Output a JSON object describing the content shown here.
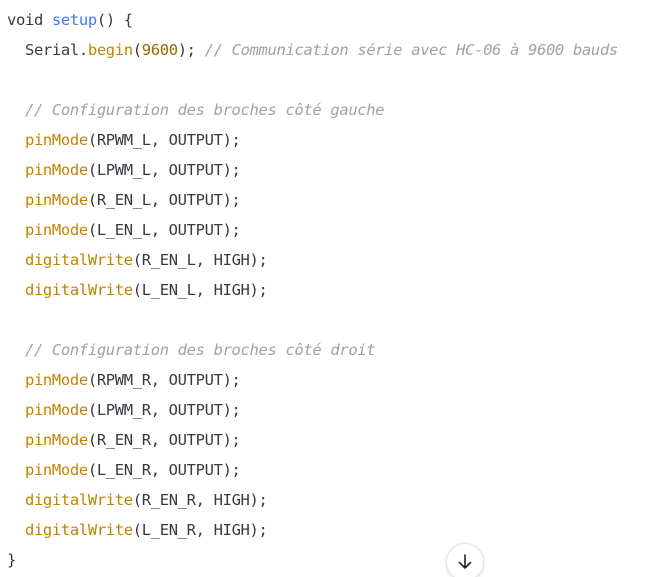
{
  "code": {
    "line1": {
      "kw": "void",
      "fn": "setup",
      "rest": "() {"
    },
    "line2": {
      "obj": "Serial.",
      "fn": "begin",
      "open": "(",
      "num": "9600",
      "close": ");",
      "comment": "// Communication série avec HC-06 à 9600 bauds"
    },
    "line4": {
      "comment": "// Configuration des broches côté gauche"
    },
    "line5": {
      "fn": "pinMode",
      "args": "(RPWM_L, OUTPUT);"
    },
    "line6": {
      "fn": "pinMode",
      "args": "(LPWM_L, OUTPUT);"
    },
    "line7": {
      "fn": "pinMode",
      "args": "(R_EN_L, OUTPUT);"
    },
    "line8": {
      "fn": "pinMode",
      "args": "(L_EN_L, OUTPUT);"
    },
    "line9": {
      "fn": "digitalWrite",
      "args": "(R_EN_L, HIGH);"
    },
    "line10": {
      "fn": "digitalWrite",
      "args": "(L_EN_L, HIGH);"
    },
    "line12": {
      "comment": "// Configuration des broches côté droit"
    },
    "line13": {
      "fn": "pinMode",
      "args": "(RPWM_R, OUTPUT);"
    },
    "line14": {
      "fn": "pinMode",
      "args": "(LPWM_R, OUTPUT);"
    },
    "line15": {
      "fn": "pinMode",
      "args": "(R_EN_R, OUTPUT);"
    },
    "line16": {
      "fn": "pinMode",
      "args": "(L_EN_R, OUTPUT);"
    },
    "line17": {
      "fn": "digitalWrite",
      "args": "(R_EN_R, HIGH);"
    },
    "line18": {
      "fn": "digitalWrite",
      "args": "(L_EN_R, HIGH);"
    },
    "line19": {
      "close": "}"
    }
  },
  "scroll_button": {
    "icon": "arrow-down-icon"
  },
  "colors": {
    "text": "#383a42",
    "function_def": "#4078f2",
    "function_call": "#c18401",
    "number": "#986801",
    "comment": "#a0a1a7"
  }
}
